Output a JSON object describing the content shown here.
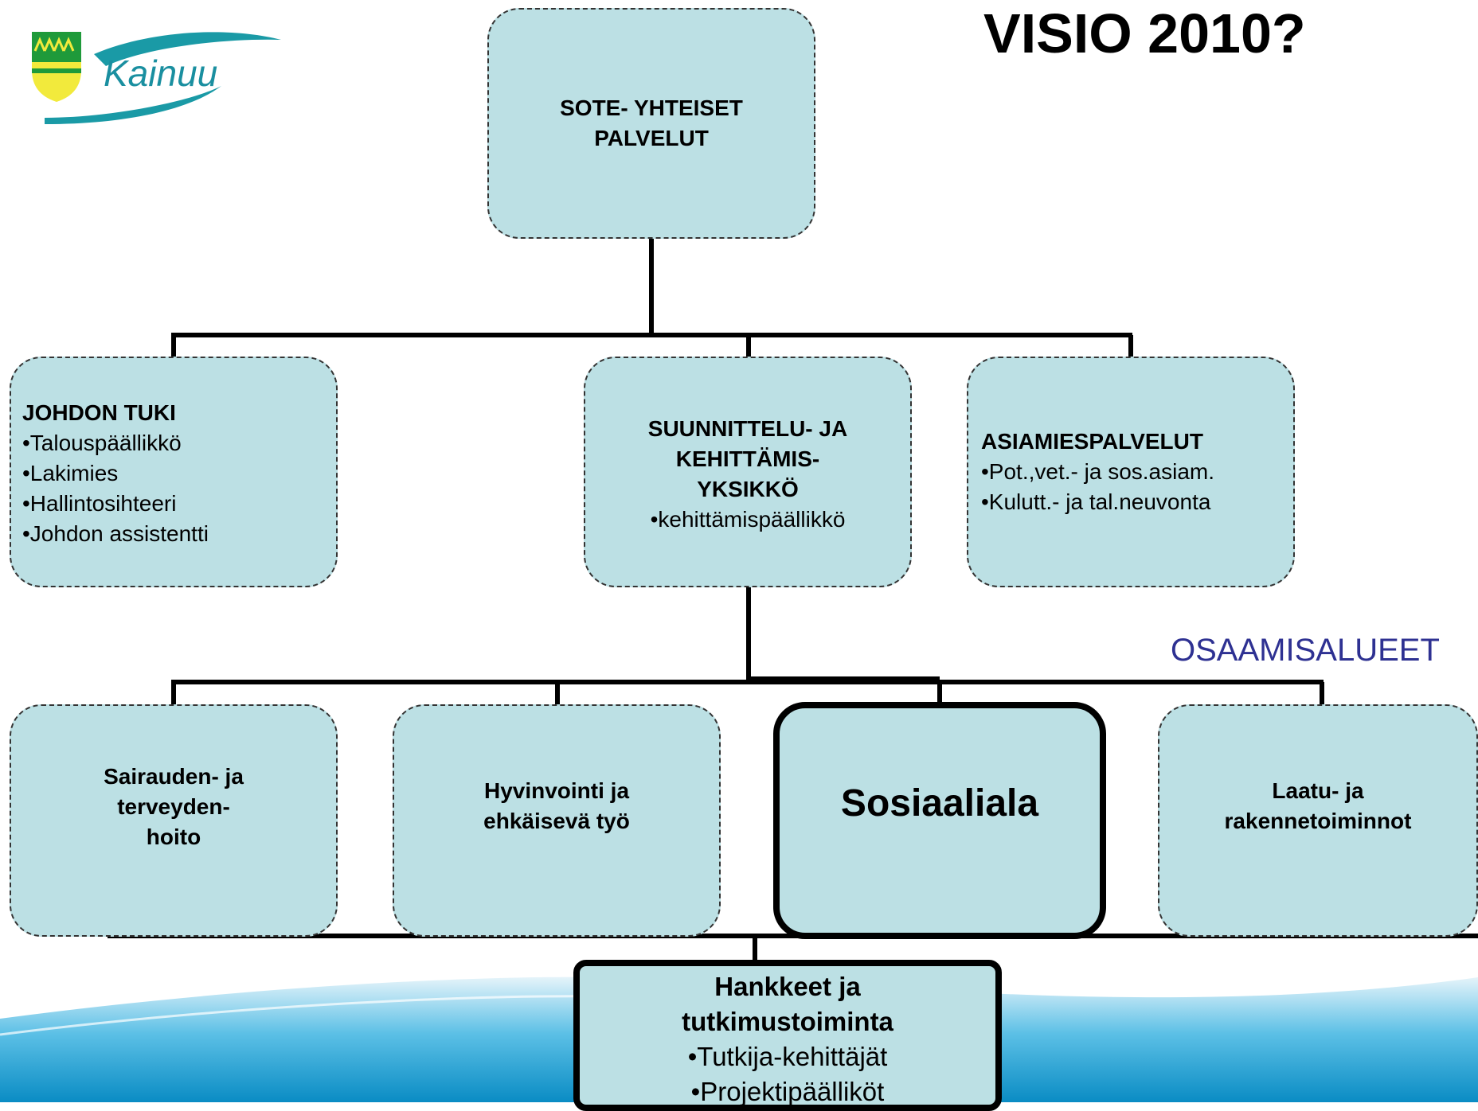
{
  "title": "VISIO 2010?",
  "logo": {
    "text": "Kainuu"
  },
  "osaamisalueet_label": "OSAAMISALUEET",
  "top_box": {
    "lines": [
      "SOTE- YHTEISET",
      "PALVELUT"
    ]
  },
  "johdon_tuki": {
    "heading": "JOHDON TUKI",
    "items": [
      "•Talouspäällikkö",
      "•Lakimies",
      "•Hallintosihteeri",
      "•Johdon assistentti"
    ]
  },
  "suunnittelu": {
    "heading_lines": [
      "SUUNNITTELU- JA",
      "KEHITTÄMIS-",
      "YKSIKKÖ"
    ],
    "items": [
      "•kehittämispäällikkö"
    ]
  },
  "asiamies": {
    "heading": "ASIAMIESPALVELUT",
    "items": [
      "•Pot.,vet.- ja sos.asiam.",
      "•Kulutt.- ja tal.neuvonta"
    ]
  },
  "sairauden": {
    "lines": [
      "Sairauden- ja",
      "terveyden-",
      "hoito"
    ]
  },
  "hyvinvointi": {
    "lines": [
      "Hyvinvointi ja",
      "ehkäisevä työ"
    ]
  },
  "sosiaaliala": {
    "label": "Sosiaaliala"
  },
  "laatu": {
    "lines": [
      "Laatu- ja",
      "rakennetoiminnot"
    ]
  },
  "hankkeet": {
    "heading_lines": [
      "Hankkeet ja",
      "tutkimustoiminta"
    ],
    "items": [
      "•Tutkija-kehittäjät",
      "•Projektipäälliköt"
    ]
  },
  "colors": {
    "box_fill": "#bce0e4",
    "accent_text": "#2e3192",
    "wave": "#0a9bd1"
  }
}
